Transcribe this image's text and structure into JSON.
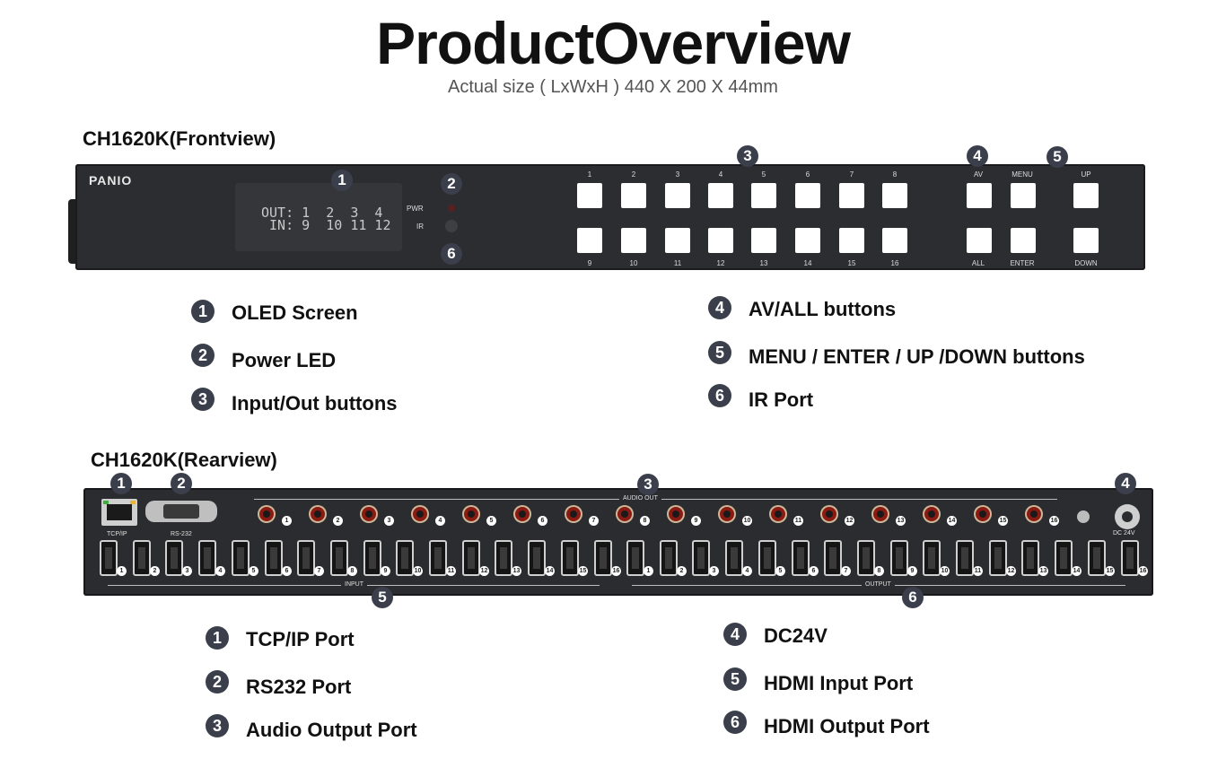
{
  "header": {
    "title": "ProductOverview",
    "subtitle": "Actual size ( LxWxH ) 440 X 200 X 44mm"
  },
  "front": {
    "title": "CH1620K(Frontview)",
    "brand": "PANIO",
    "oled": {
      "line1": "OUT: 1  2  3  4",
      "line2": " IN: 9  10 11 12"
    },
    "pwr_label": "PWR",
    "ir_label": "IR",
    "top_button_labels": [
      "1",
      "2",
      "3",
      "4",
      "5",
      "6",
      "7",
      "8"
    ],
    "bottom_button_labels": [
      "9",
      "10",
      "11",
      "12",
      "13",
      "14",
      "15",
      "16"
    ],
    "av_label": "AV",
    "all_label": "ALL",
    "menu_label": "MENU",
    "enter_label": "ENTER",
    "up_label": "UP",
    "down_label": "DOWN",
    "callouts": [
      "1",
      "2",
      "3",
      "4",
      "5",
      "6"
    ],
    "legend": [
      {
        "num": "1",
        "text": "OLED Screen"
      },
      {
        "num": "2",
        "text": "Power LED"
      },
      {
        "num": "3",
        "text": "Input/Out buttons"
      },
      {
        "num": "4",
        "text": "AV/ALL buttons"
      },
      {
        "num": "5",
        "text": "MENU / ENTER / UP /DOWN buttons"
      },
      {
        "num": "6",
        "text": "IR Port"
      }
    ]
  },
  "rear": {
    "title": "CH1620K(Rearview)",
    "tcpip_label": "TCP/IP",
    "rs232_label": "RS-232",
    "audio_out_label": "AUDIO OUT",
    "dc_label": "DC 24V",
    "input_label": "INPUT",
    "output_label": "OUTPUT",
    "port_numbers": [
      "1",
      "2",
      "3",
      "4",
      "5",
      "6",
      "7",
      "8",
      "9",
      "10",
      "11",
      "12",
      "13",
      "14",
      "15",
      "16"
    ],
    "callouts": [
      "1",
      "2",
      "3",
      "4",
      "5",
      "6"
    ],
    "legend": [
      {
        "num": "1",
        "text": "TCP/IP Port"
      },
      {
        "num": "2",
        "text": "RS232 Port"
      },
      {
        "num": "3",
        "text": "Audio Output Port"
      },
      {
        "num": "4",
        "text": "DC24V"
      },
      {
        "num": "5",
        "text": "HDMI Input Port"
      },
      {
        "num": "6",
        "text": "HDMI Output Port"
      }
    ]
  },
  "colors": {
    "panel": "#2c2d30",
    "badge": "#3a3f4b",
    "rca": "#8a1a12",
    "text": "#111111",
    "subtitle": "#555555"
  }
}
